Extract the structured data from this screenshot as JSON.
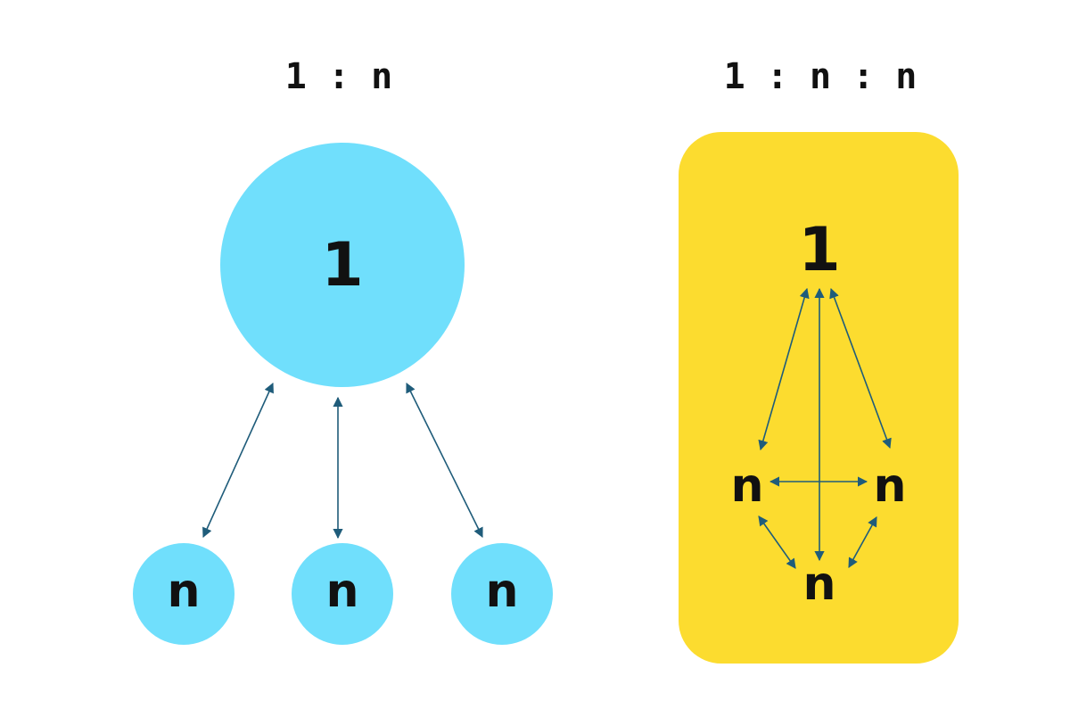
{
  "left_diagram": {
    "title": "1 : n",
    "center_node": "1",
    "child_nodes": [
      "n",
      "n",
      "n"
    ],
    "center_color": "#70DFFC",
    "child_color": "#70DFFC"
  },
  "right_diagram": {
    "title": "1 : n : n",
    "top_node": "1",
    "left_node": "n",
    "right_node": "n",
    "bottom_node": "n",
    "panel_color": "#FCDC2F"
  },
  "arrow_color": "#1F5C7A"
}
